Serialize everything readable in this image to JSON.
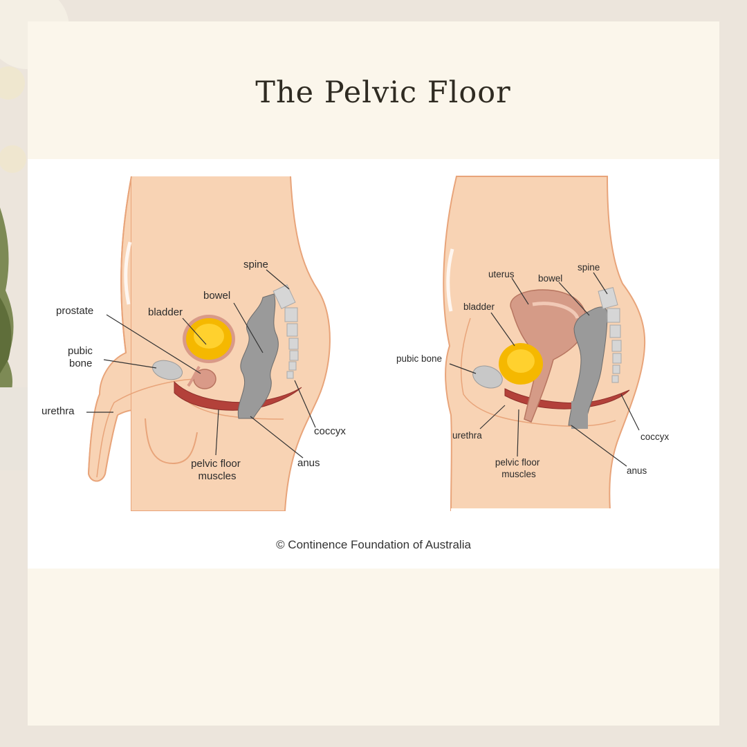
{
  "title": "The Pelvic Floor",
  "colors": {
    "page_background": "#ece5dc",
    "card": "#fbf6eb",
    "panel": "#ffffff",
    "skin": "#f8d3b4",
    "skin_outline": "#e8a47a",
    "bladder": "#f5b800",
    "muscle": "#b3413a",
    "bone": "#c8c8c8",
    "bowel": "#9a9a9a",
    "uterus": "#d59b87"
  },
  "diagrams": {
    "male": {
      "labels": {
        "spine": "spine",
        "bowel": "bowel",
        "prostate": "prostate",
        "bladder": "bladder",
        "pubic_bone": "pubic\nbone",
        "urethra": "urethra",
        "coccyx": "coccyx",
        "pelvic_floor_muscles": "pelvic floor\nmuscles",
        "anus": "anus"
      }
    },
    "female": {
      "labels": {
        "uterus": "uterus",
        "bowel": "bowel",
        "spine": "spine",
        "bladder": "bladder",
        "pubic_bone": "pubic bone",
        "urethra": "urethra",
        "coccyx": "coccyx",
        "pelvic_floor_muscles": "pelvic floor\nmuscles",
        "anus": "anus"
      }
    }
  },
  "copyright": "© Continence Foundation of Australia"
}
